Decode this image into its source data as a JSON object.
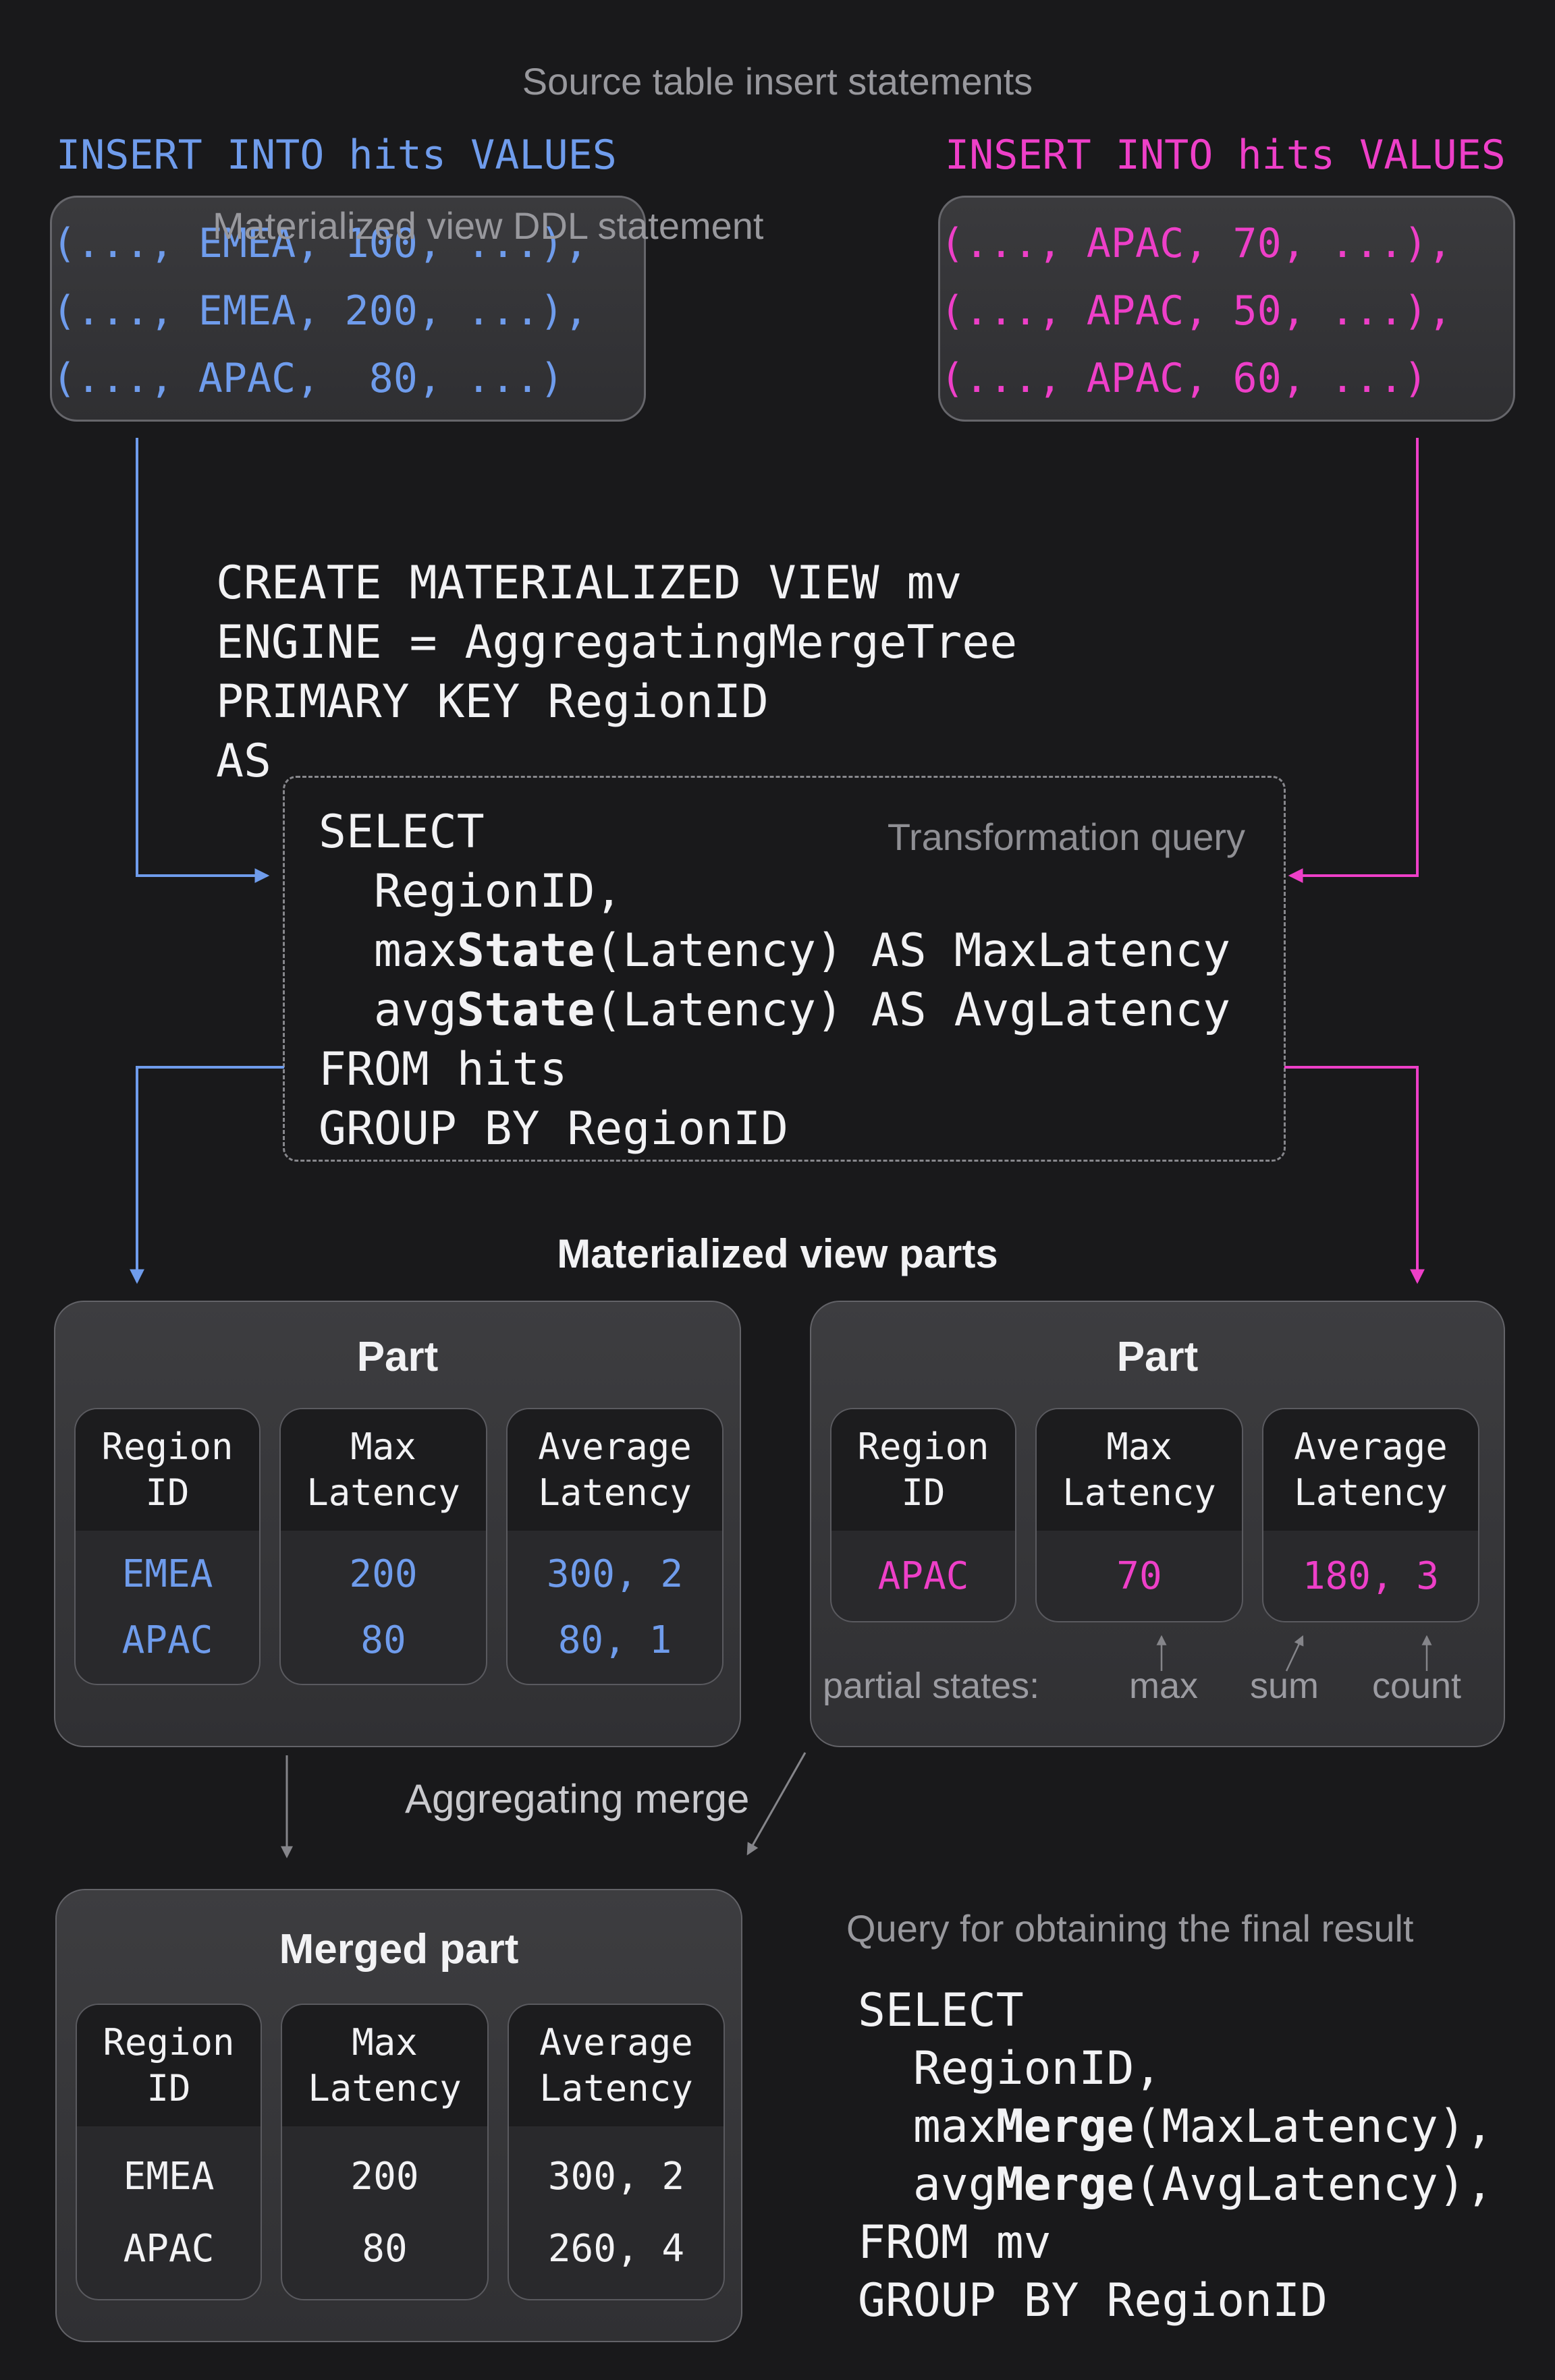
{
  "colors": {
    "background": "#19191b",
    "blue": "#6f9cec",
    "magenta": "#ee3fc8",
    "white": "#f2f2f4",
    "gray_title": "#98989d",
    "light_gray": "#c9c9cd",
    "arrow_gray": "#85858a"
  },
  "titles": {
    "source": "Source table insert statements",
    "ddl": "Materialized view DDL statement",
    "transform": "Transformation query",
    "parts": "Materialized view parts",
    "merge": "Aggregating merge",
    "final": "Query for obtaining the final result"
  },
  "inserts": {
    "left": {
      "label": "INSERT INTO hits VALUES",
      "rows": [
        "(..., EMEA, 100, ...),",
        "(..., EMEA, 200, ...),",
        "(..., APAC,  80, ...)"
      ]
    },
    "right": {
      "label": "INSERT INTO hits VALUES",
      "rows": [
        "(..., APAC, 70, ...),",
        "(..., APAC, 50, ...),",
        "(..., APAC, 60, ...)"
      ]
    }
  },
  "ddl_code": [
    "CREATE MATERIALIZED VIEW mv",
    "ENGINE = AggregatingMergeTree",
    "PRIMARY KEY RegionID",
    "AS"
  ],
  "transform_code": [
    "SELECT",
    "  RegionID,",
    "  max**State**(Latency) AS MaxLatency",
    "  avg**State**(Latency) AS AvgLatency",
    "FROM hits",
    "GROUP BY RegionID"
  ],
  "part_left": {
    "title": "Part",
    "columns": [
      {
        "header": [
          "Region",
          "ID"
        ],
        "values": [
          "EMEA",
          "APAC"
        ]
      },
      {
        "header": [
          "Max",
          "Latency"
        ],
        "values": [
          "200",
          "80"
        ]
      },
      {
        "header": [
          "Average",
          "Latency"
        ],
        "values": [
          "300, 2",
          "80, 1"
        ]
      }
    ]
  },
  "part_right": {
    "title": "Part",
    "columns": [
      {
        "header": [
          "Region",
          "ID"
        ],
        "values": [
          "APAC"
        ]
      },
      {
        "header": [
          "Max",
          "Latency"
        ],
        "values": [
          "70"
        ]
      },
      {
        "header": [
          "Average",
          "Latency"
        ],
        "values": [
          "180, 3"
        ]
      }
    ],
    "annotation": {
      "prefix": "partial states:",
      "labels": [
        "max",
        "sum",
        "count"
      ]
    }
  },
  "merged": {
    "title": "Merged part",
    "columns": [
      {
        "header": [
          "Region",
          "ID"
        ],
        "values": [
          "EMEA",
          "APAC"
        ]
      },
      {
        "header": [
          "Max",
          "Latency"
        ],
        "values": [
          "200",
          "80"
        ]
      },
      {
        "header": [
          "Average",
          "Latency"
        ],
        "values": [
          "300, 2",
          "260, 4"
        ]
      }
    ]
  },
  "final_code": [
    "SELECT",
    "  RegionID,",
    "  max**Merge**(MaxLatency),",
    "  avg**Merge**(AvgLatency),",
    "FROM mv",
    "GROUP BY RegionID"
  ]
}
